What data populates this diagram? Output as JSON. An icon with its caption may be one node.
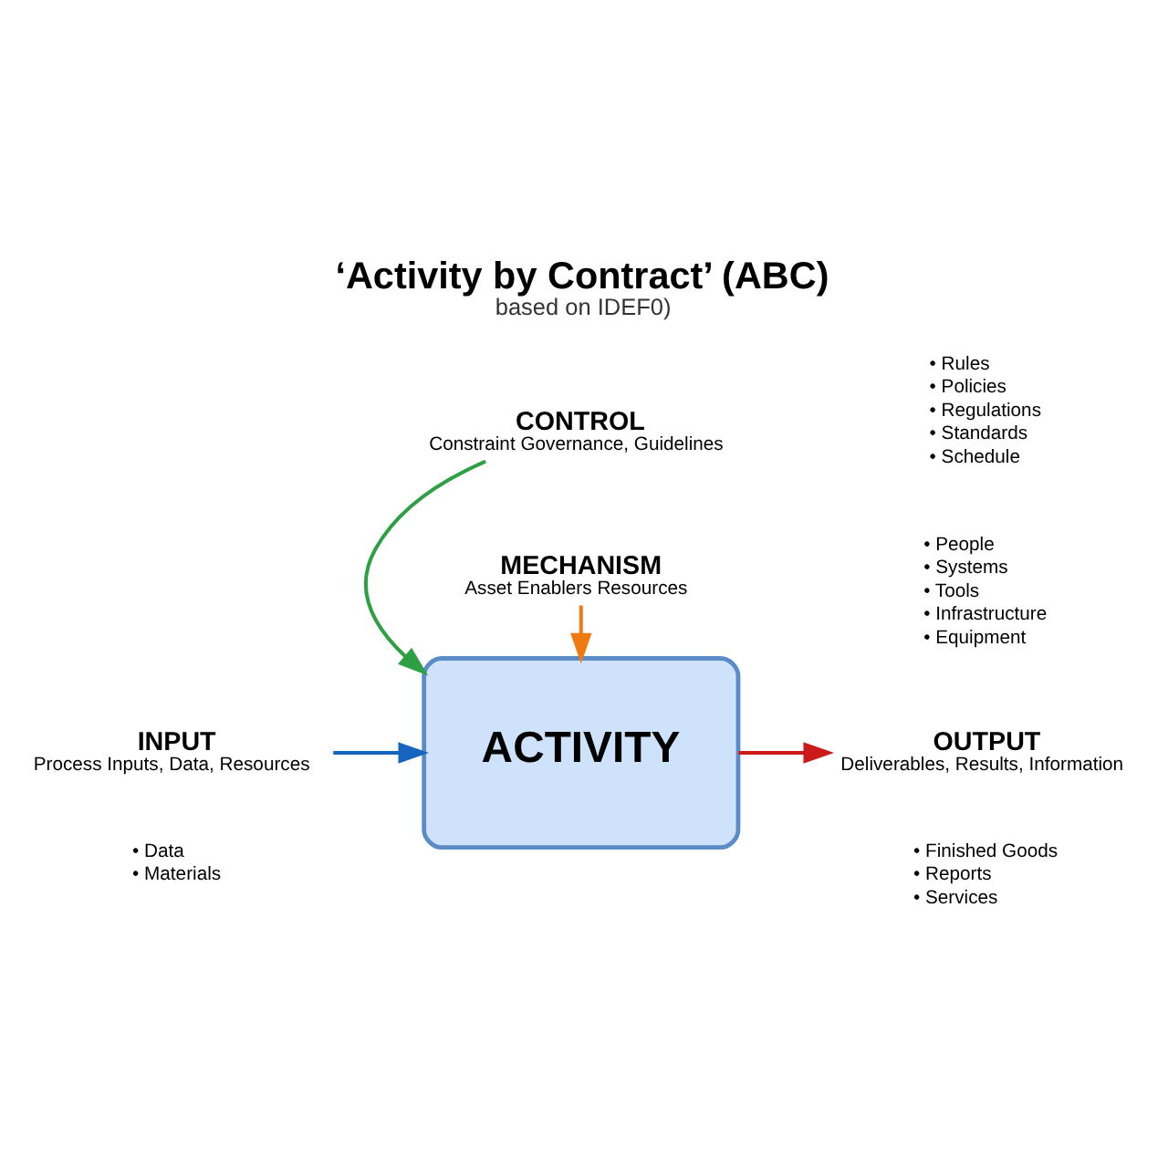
{
  "diagram": {
    "title": "‘Activity by Contract’ (ABC)",
    "caption": "based on IDEF0)",
    "nodes": [
      {
        "text": [
          "ACTIVITY"
        ]
      },
      {
        "text": [
          "CONTROL",
          "Constraint Governance, Guidelines"
        ]
      },
      {
        "text": [
          "INPUT",
          "Process Inputs, Data, Resources"
        ]
      },
      {
        "text": [
          "OUTPUT",
          "Deliverables, Results, Information"
        ]
      },
      {
        "text": [
          "MECHANISM",
          "Asset Enablers Resources"
        ]
      }
    ],
    "edges": [
      {
        "from": 1,
        "to": 0,
        "arrow": "to",
        "color": "#2ea043"
      },
      {
        "from": 2,
        "to": 0,
        "arrow": "to",
        "color": "#1565c0"
      },
      {
        "from": 0,
        "to": 3,
        "arrow": "to",
        "color": "#cc1a1a"
      },
      {
        "from": 4,
        "to": 0,
        "arrow": "to",
        "color": "#f07a10"
      }
    ],
    "labels": [
      "• Rules",
      "• Policies",
      "• Regulations",
      "• Standards",
      "• Schedule",
      "• Data",
      "• Materials",
      "• Finished Goods",
      "• Reports",
      "• Services",
      "• People",
      "• Systems",
      "• Tools",
      "• Infrastructure",
      "• Equipment"
    ]
  }
}
